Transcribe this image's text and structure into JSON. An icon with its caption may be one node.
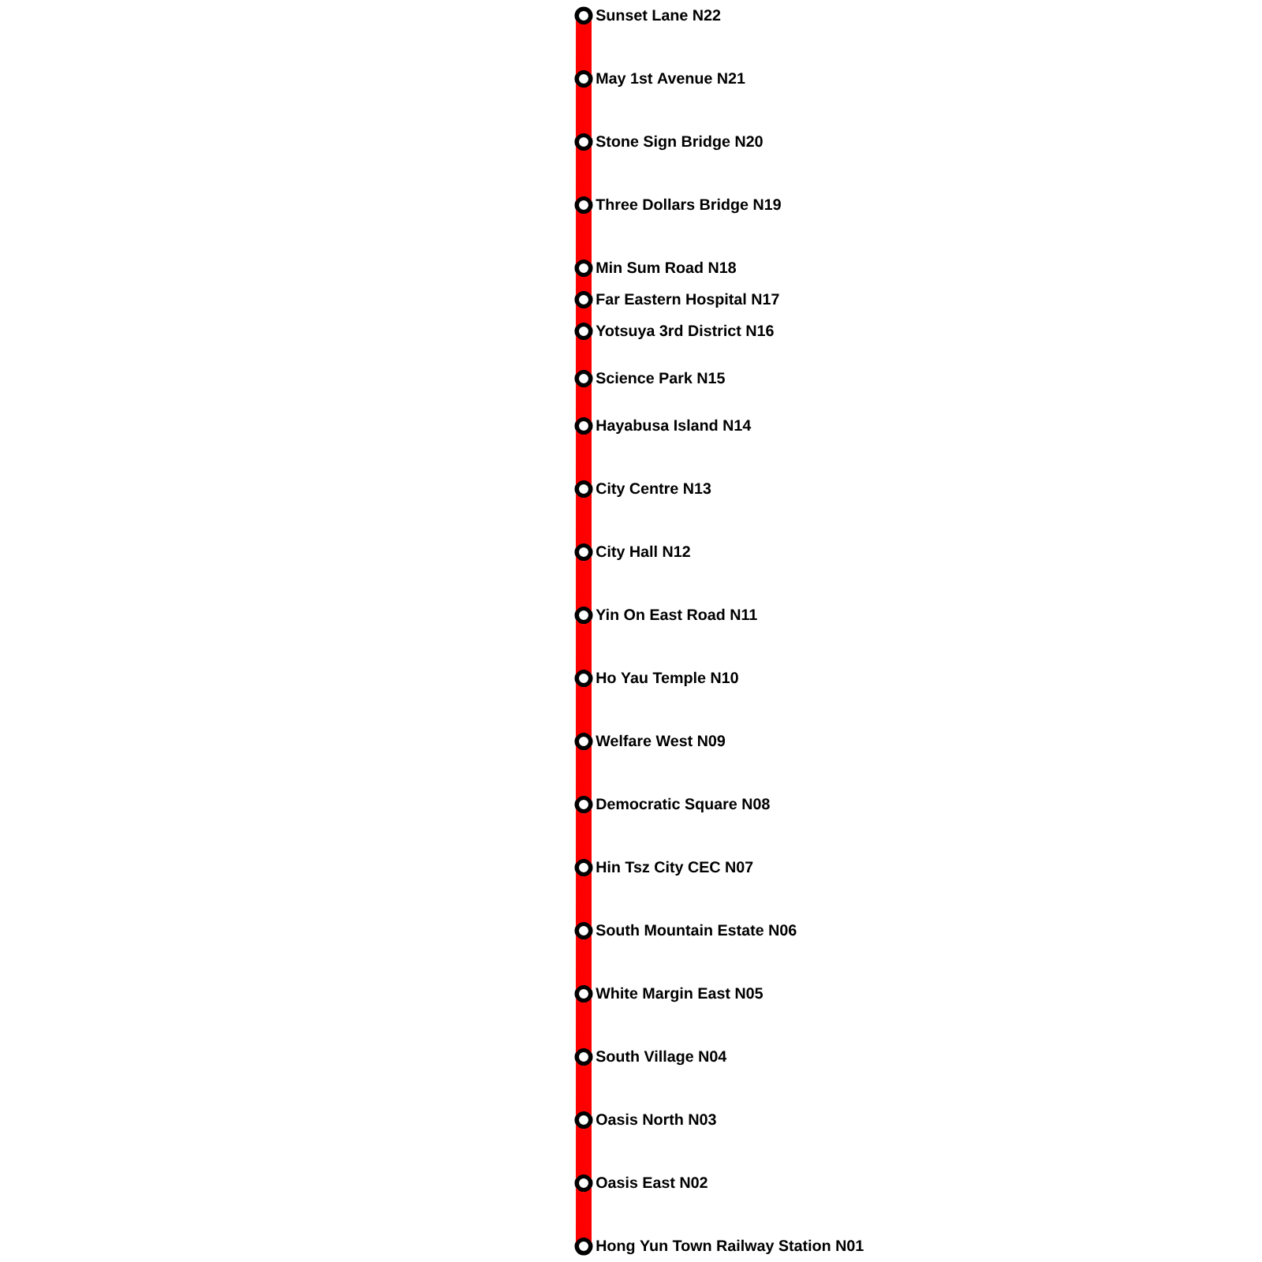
{
  "diagram": {
    "nodes": [
      {
        "text": [],
        "shape": "circle",
        "beside": [
          "Sunset Lane N22"
        ]
      },
      {
        "text": [],
        "shape": "circle",
        "beside": [
          "May 1st Avenue N21"
        ]
      },
      {
        "text": [],
        "shape": "circle",
        "beside": [
          "Stone Sign Bridge N20"
        ]
      },
      {
        "text": [],
        "shape": "circle",
        "beside": [
          "Three Dollars Bridge N19"
        ]
      },
      {
        "text": [],
        "shape": "circle",
        "beside": [
          "Min Sum Road N18"
        ]
      },
      {
        "text": [],
        "shape": "circle",
        "beside": [
          "Far Eastern Hospital N17"
        ]
      },
      {
        "text": [],
        "shape": "circle",
        "beside": [
          "Yotsuya 3rd District N16"
        ]
      },
      {
        "text": [],
        "shape": "circle",
        "beside": [
          "Science Park N15"
        ]
      },
      {
        "text": [],
        "shape": "circle",
        "beside": [
          "Hayabusa Island N14"
        ]
      },
      {
        "text": [],
        "shape": "circle",
        "beside": [
          "City Centre N13"
        ]
      },
      {
        "text": [],
        "shape": "circle",
        "beside": [
          "City Hall N12"
        ]
      },
      {
        "text": [],
        "shape": "circle",
        "beside": [
          "Yin On East Road N11"
        ]
      },
      {
        "text": [],
        "shape": "circle",
        "beside": [
          "Ho Yau Temple N10"
        ]
      },
      {
        "text": [],
        "shape": "circle",
        "beside": [
          "Welfare West N09"
        ]
      },
      {
        "text": [],
        "shape": "circle",
        "beside": [
          "Democratic Square N08"
        ]
      },
      {
        "text": [],
        "shape": "circle",
        "beside": [
          "Hin Tsz City CEC N07"
        ]
      },
      {
        "text": [],
        "shape": "circle",
        "beside": [
          "South Mountain Estate N06"
        ]
      },
      {
        "text": [],
        "shape": "circle",
        "beside": [
          "White Margin East N05"
        ]
      },
      {
        "text": [],
        "shape": "circle",
        "beside": [
          "South Village N04"
        ]
      },
      {
        "text": [],
        "shape": "circle",
        "beside": [
          "Oasis North N03"
        ]
      },
      {
        "text": [],
        "shape": "circle",
        "beside": [
          "Oasis East N02"
        ]
      },
      {
        "text": [],
        "shape": "circle",
        "beside": [
          "Hong Yun Town Railway Station N01"
        ]
      }
    ],
    "edges": [
      {
        "from": 0,
        "to": 1,
        "arrow": "none"
      },
      {
        "from": 1,
        "to": 2,
        "arrow": "none"
      },
      {
        "from": 2,
        "to": 3,
        "arrow": "none"
      },
      {
        "from": 3,
        "to": 4,
        "arrow": "none"
      },
      {
        "from": 4,
        "to": 5,
        "arrow": "none"
      },
      {
        "from": 5,
        "to": 6,
        "arrow": "none"
      },
      {
        "from": 6,
        "to": 7,
        "arrow": "none"
      },
      {
        "from": 7,
        "to": 8,
        "arrow": "none"
      },
      {
        "from": 8,
        "to": 9,
        "arrow": "none"
      },
      {
        "from": 9,
        "to": 10,
        "arrow": "none"
      },
      {
        "from": 10,
        "to": 11,
        "arrow": "none"
      },
      {
        "from": 11,
        "to": 12,
        "arrow": "none"
      },
      {
        "from": 12,
        "to": 13,
        "arrow": "none"
      },
      {
        "from": 13,
        "to": 14,
        "arrow": "none"
      },
      {
        "from": 14,
        "to": 15,
        "arrow": "none"
      },
      {
        "from": 15,
        "to": 16,
        "arrow": "none"
      },
      {
        "from": 16,
        "to": 17,
        "arrow": "none"
      },
      {
        "from": 17,
        "to": 18,
        "arrow": "none"
      },
      {
        "from": 18,
        "to": 19,
        "arrow": "none"
      },
      {
        "from": 19,
        "to": 20,
        "arrow": "none"
      },
      {
        "from": 20,
        "to": 21,
        "arrow": "none"
      }
    ]
  }
}
